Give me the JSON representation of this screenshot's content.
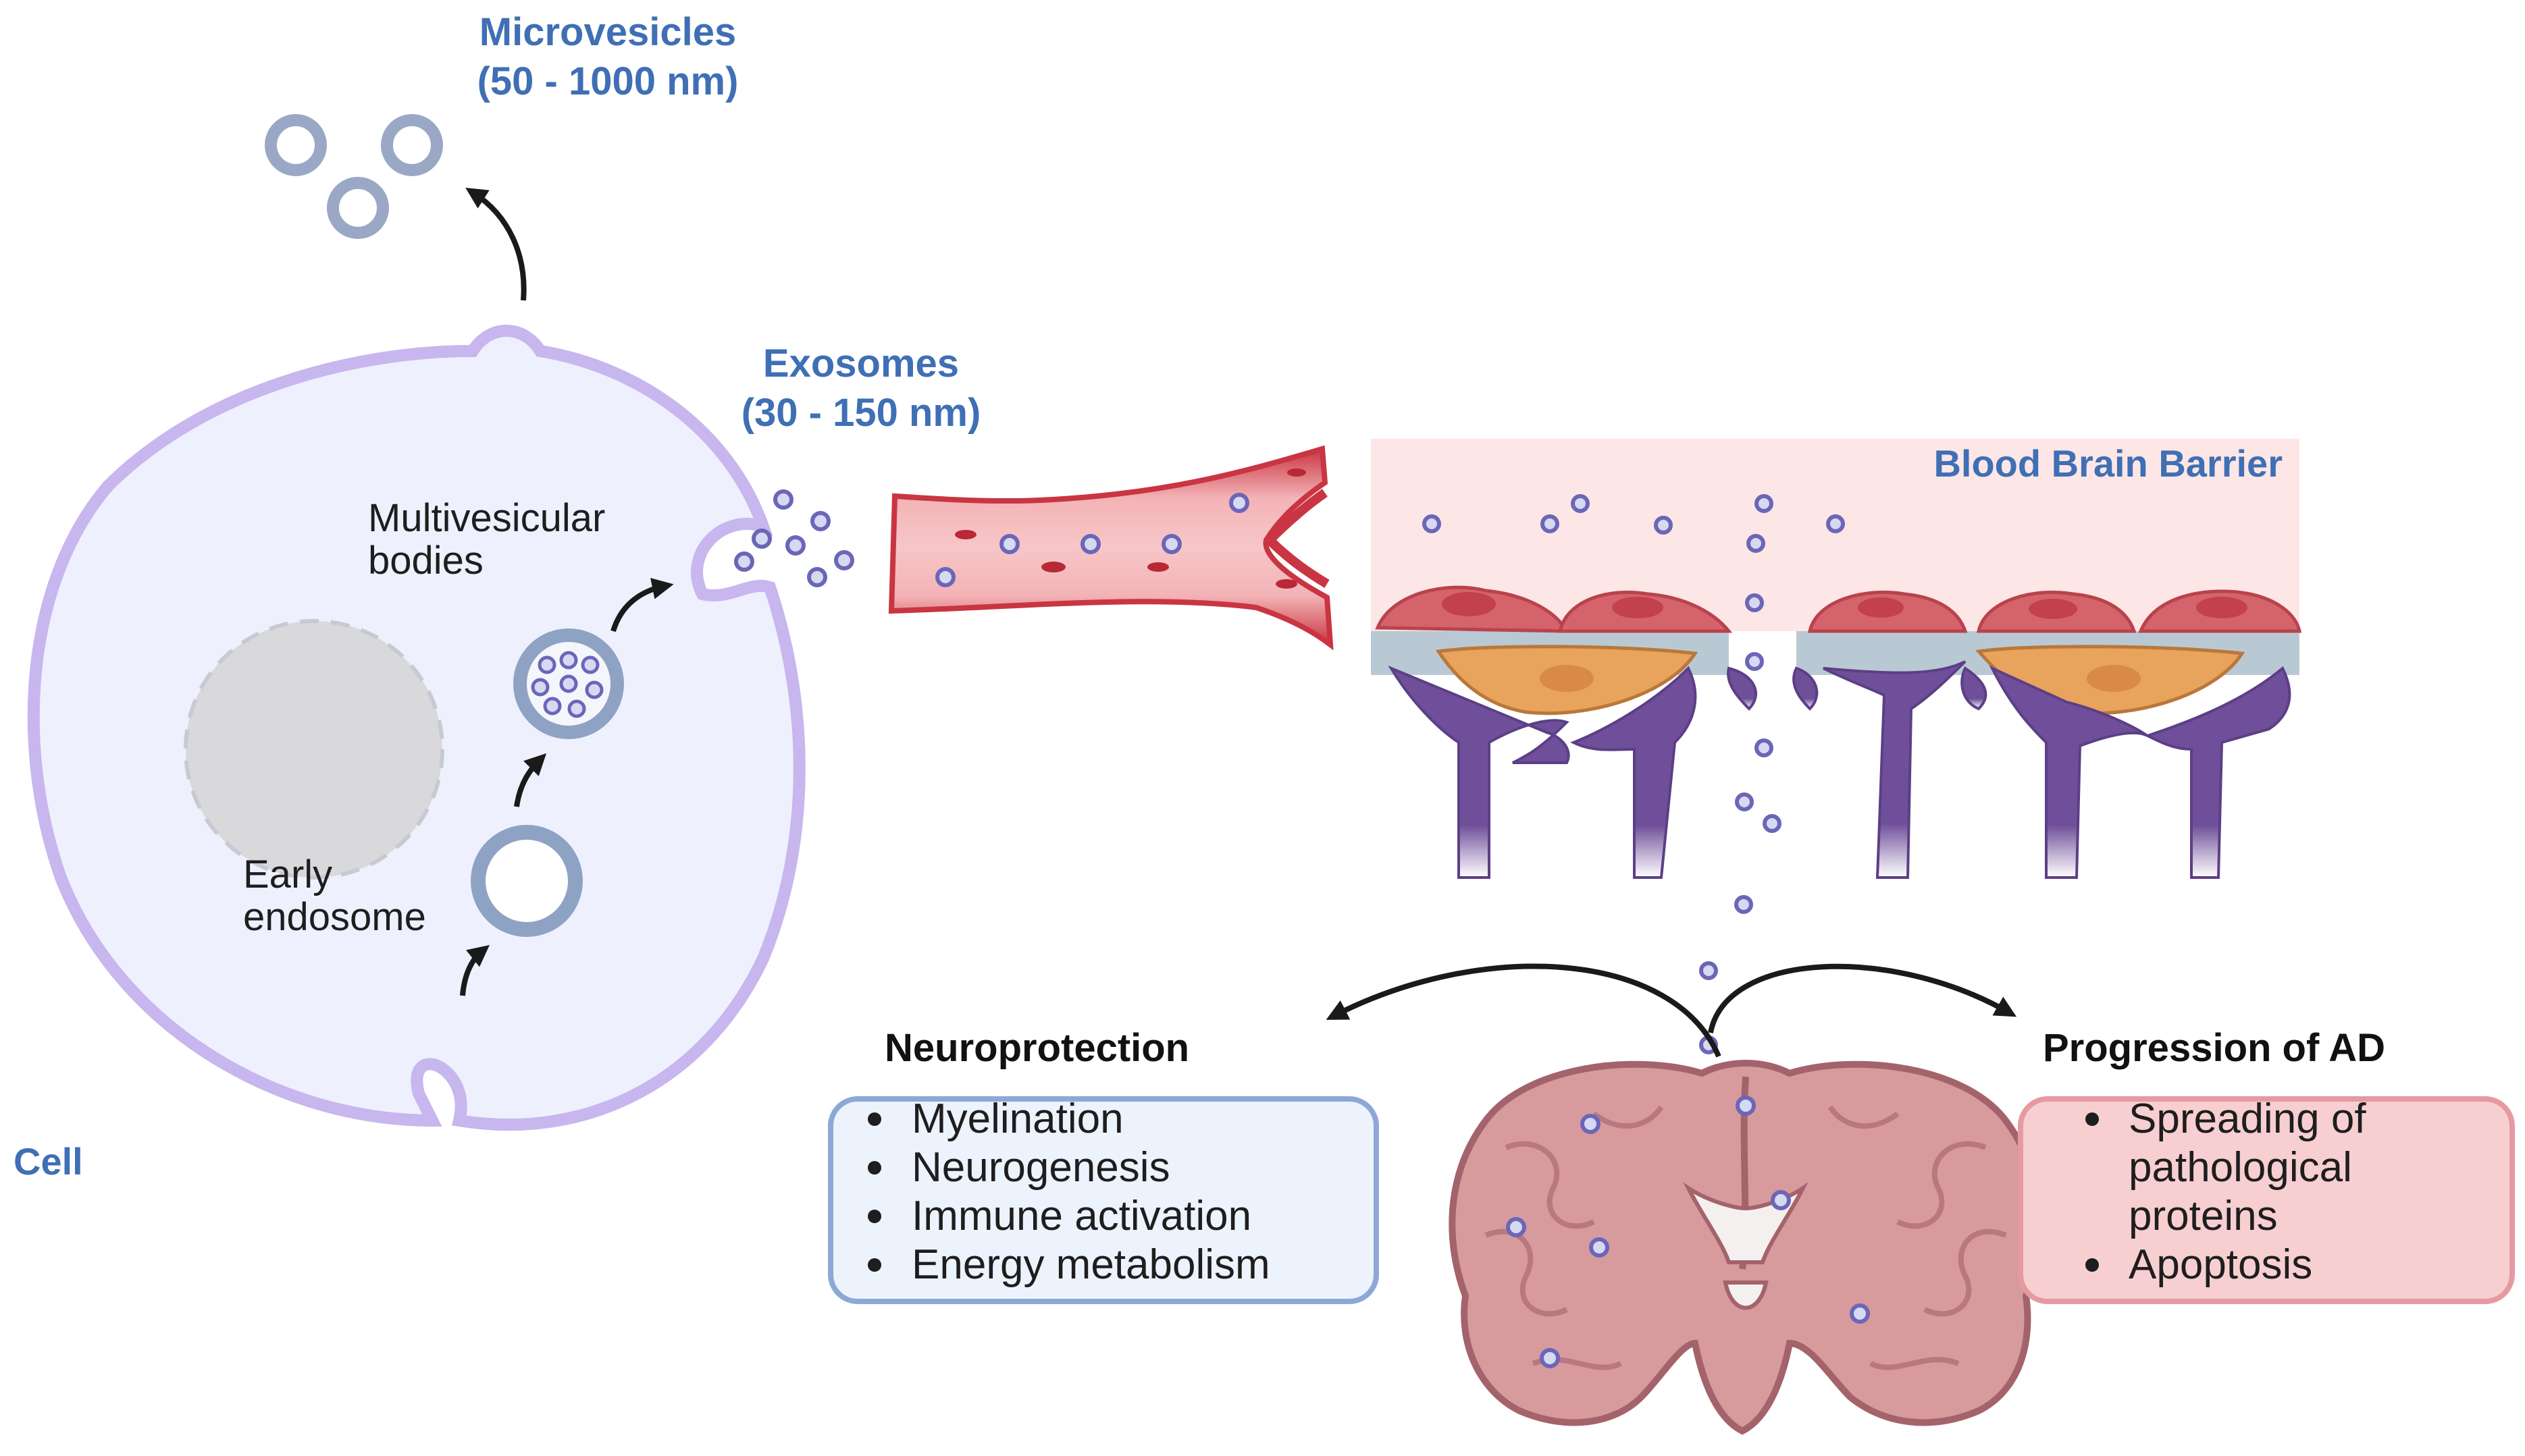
{
  "labels": {
    "microvesicles_name": "Microvesicles",
    "microvesicles_size": "(50 - 1000 nm)",
    "exosomes_name": "Exosomes",
    "exosomes_size": "(30 - 150 nm)",
    "cell": "Cell",
    "multivesicular_line1": "Multivesicular",
    "multivesicular_line2": "bodies",
    "early_endosome_line1": "Early",
    "early_endosome_line2": "endosome",
    "bbb": "Blood Brain Barrier"
  },
  "neuroprotection": {
    "title": "Neuroprotection",
    "items": [
      "Myelination",
      "Neurogenesis",
      "Immune activation",
      "Energy metabolism"
    ]
  },
  "progression": {
    "title": "Progression of AD",
    "lines": [
      "Spreading of",
      "pathological",
      "proteins",
      "Apoptosis"
    ]
  },
  "colors": {
    "title_blue": "#3f6fb5",
    "cell_fill": "#eef1fd",
    "cell_outline": "#c8b6ee",
    "vessel_red": "#d9424f",
    "bbb_band": "#fde6e6",
    "exosome": "#6b66b8",
    "neuro_box": "#edf3fc",
    "ad_box": "#f7cfd1",
    "astro_purple": "#6f4f9a",
    "brain_pink": "#d79a9d"
  },
  "icons": {
    "cell": "cell-icon",
    "vessel": "blood-vessel-icon",
    "bbb": "blood-brain-barrier-icon",
    "brain": "brain-coronal-section-icon"
  }
}
